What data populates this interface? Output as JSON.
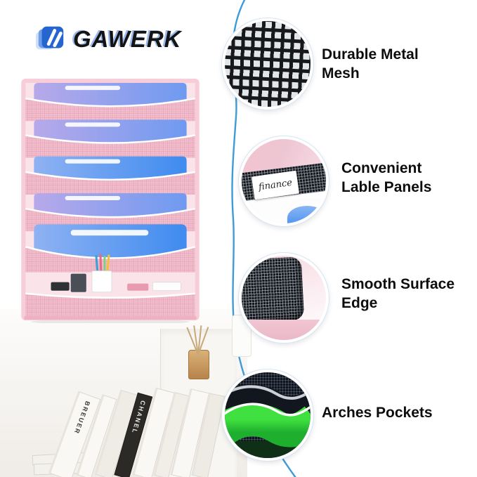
{
  "brand": {
    "name": "GAWERK"
  },
  "features": [
    {
      "label": "Durable Metal Mesh"
    },
    {
      "label": "Convenient Lable Panels"
    },
    {
      "label": "Smooth Surface Edge"
    },
    {
      "label": "Arches Pockets"
    }
  ],
  "callout_label_card": {
    "text": "finance"
  },
  "scene": {
    "book_spine_1": "BREUER",
    "book_spine_2": "CHANEL"
  },
  "colors": {
    "accent_line": "#3f9bd8",
    "logo_blue": "#2465cf",
    "organizer_pink": "#f2bcca",
    "folder_blue": "#3f8bf0",
    "pocket_green": "#2ec62e"
  }
}
